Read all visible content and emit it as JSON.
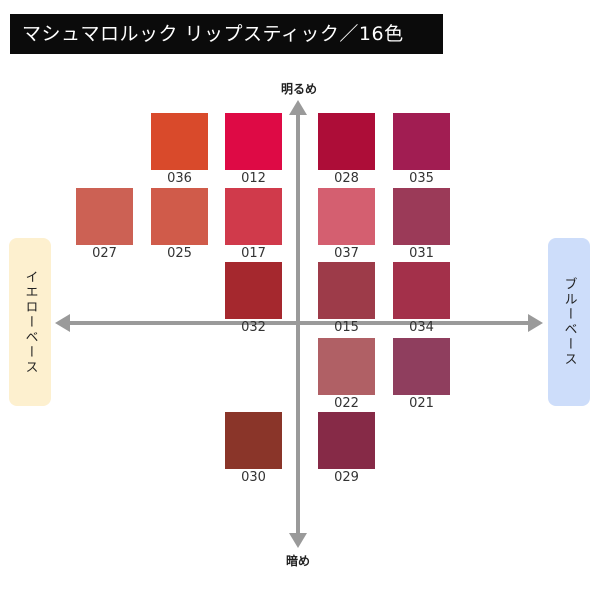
{
  "title": "マシュマロルック リップスティック／16色",
  "axis_top": "明るめ",
  "axis_bottom": "暗め",
  "left_label": "イエローベース",
  "right_label": "ブルーベース",
  "left_bg": "#fdf0cf",
  "right_bg": "#cdddfa",
  "axis_color": "#9a9a9a",
  "swatches": [
    {
      "code": "036",
      "color": "#d94a2b"
    },
    {
      "code": "012",
      "color": "#de0a45"
    },
    {
      "code": "028",
      "color": "#ad0d38"
    },
    {
      "code": "035",
      "color": "#a11d52"
    },
    {
      "code": "027",
      "color": "#cc6154"
    },
    {
      "code": "025",
      "color": "#d05b4a"
    },
    {
      "code": "017",
      "color": "#d03a4b"
    },
    {
      "code": "037",
      "color": "#d45f70"
    },
    {
      "code": "031",
      "color": "#9b3a58"
    },
    {
      "code": "032",
      "color": "#a5282e"
    },
    {
      "code": "015",
      "color": "#9d3b49"
    },
    {
      "code": "034",
      "color": "#a3304a"
    },
    {
      "code": "022",
      "color": "#b06065"
    },
    {
      "code": "021",
      "color": "#8f3e5e"
    },
    {
      "code": "030",
      "color": "#8a3529"
    },
    {
      "code": "029",
      "color": "#862a47"
    }
  ]
}
